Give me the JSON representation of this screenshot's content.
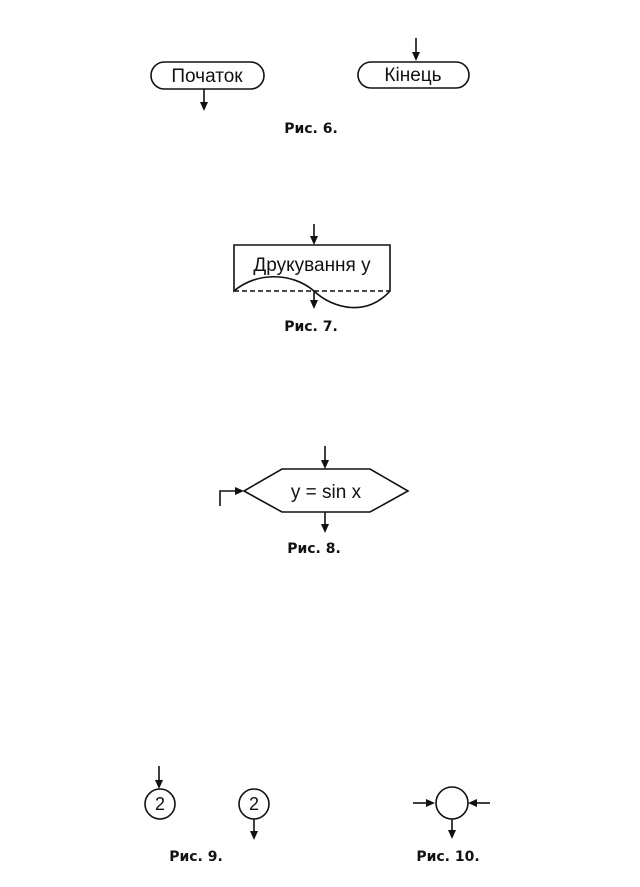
{
  "figures": {
    "fig6": {
      "start_label": "Початок",
      "end_label": "Кінець",
      "caption": "Рис. 6."
    },
    "fig7": {
      "output_label": "Друкування у",
      "caption": "Рис. 7."
    },
    "fig8": {
      "loop_label": "y = sin x",
      "caption": "Рис. 8."
    },
    "fig9": {
      "connector_in": "2",
      "connector_out": "2",
      "caption": "Рис. 9."
    },
    "fig10": {
      "caption": "Рис. 10."
    }
  }
}
